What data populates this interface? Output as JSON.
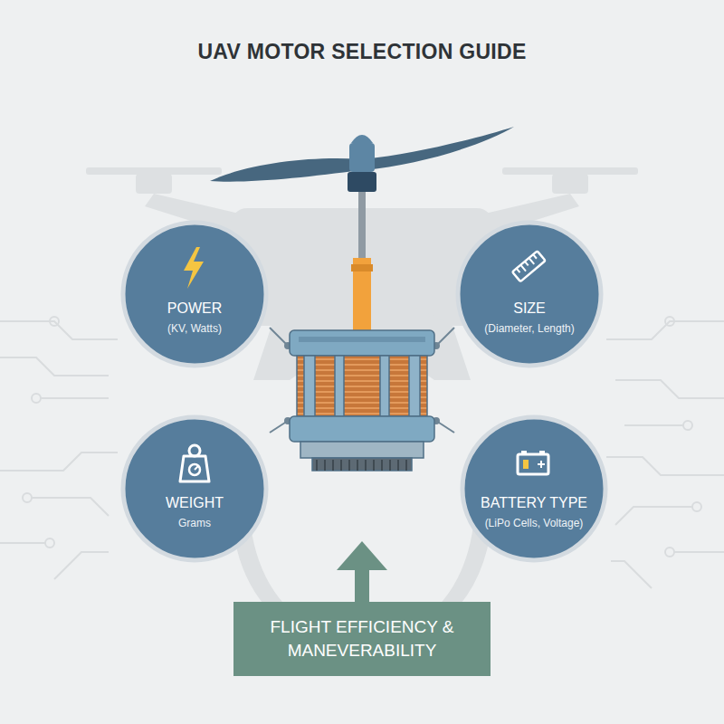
{
  "diagram": {
    "title": "UAV MOTOR SELECTION GUIDE",
    "nodes": [
      {
        "text": [
          "POWER",
          "(KV, Watts)"
        ]
      },
      {
        "text": [
          "SIZE",
          "(Diameter, Length)"
        ]
      },
      {
        "text": [
          "WEIGHT",
          "Grams"
        ]
      },
      {
        "text": [
          "BATTERY TYPE",
          "(LiPo Cells, Voltage)"
        ]
      },
      {
        "text": [
          "FLIGHT EFFICIENCY & MANEVERABILITY"
        ]
      }
    ]
  }
}
